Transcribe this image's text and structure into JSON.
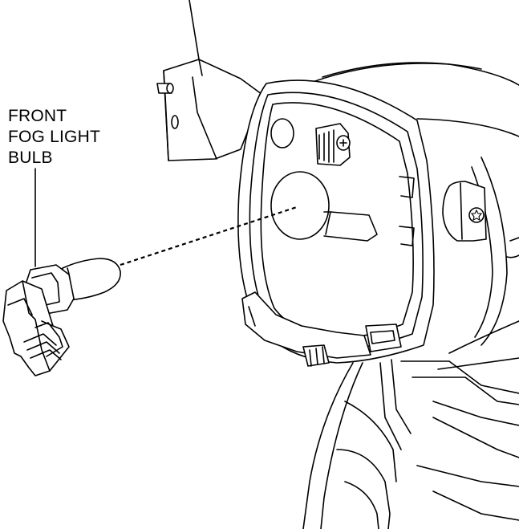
{
  "callout": {
    "lines": [
      "FRONT",
      "FOG LIGHT",
      "BULB"
    ]
  },
  "colors": {
    "line": "#000000",
    "background": "#ffffff"
  }
}
